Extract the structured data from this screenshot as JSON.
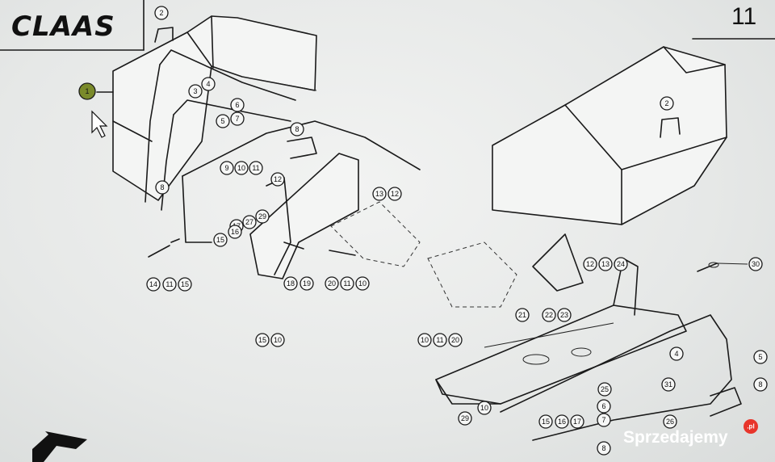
{
  "header": {
    "brand": "CLAAS",
    "page_number": "11"
  },
  "callouts": {
    "c_hl": "1",
    "c_2a": "2",
    "c_4a": "4",
    "c_3a": "3",
    "c_6a": "6",
    "c_5a": "5",
    "c_7a": "7",
    "c_8a": "8",
    "c_8b": "8",
    "c_9": "9",
    "c_10a": "10",
    "c_11a": "11",
    "c_12a": "12",
    "c_13a": "13",
    "c_12b": "12",
    "c_29a": "29",
    "c_27a": "27",
    "c_17a": "17",
    "c_16a": "16",
    "c_15a": "15",
    "c_14a": "14",
    "c_11b": "11",
    "c_15b": "15",
    "c_18": "18",
    "c_19": "19",
    "c_20a": "20",
    "c_11c": "11",
    "c_10b": "10",
    "c_15c": "15",
    "c_10c": "10",
    "c_2b": "2",
    "c_12c": "12",
    "c_13b": "13",
    "c_24": "24",
    "c_30": "30",
    "c_22": "22",
    "c_23": "23",
    "c_21": "21",
    "c_10d": "10",
    "c_11d": "11",
    "c_20b": "20",
    "c_4b": "4",
    "c_5b": "5",
    "c_31": "31",
    "c_8c": "8",
    "c_25": "25",
    "c_6b": "6",
    "c_7b": "7",
    "c_26": "26",
    "c_8d": "8",
    "c_29b": "29",
    "c_10e": "10",
    "c_15d": "15",
    "c_16b": "16",
    "c_17b": "17"
  },
  "watermark": {
    "text": "Sprzedajemy",
    "suffix": ".pl"
  }
}
